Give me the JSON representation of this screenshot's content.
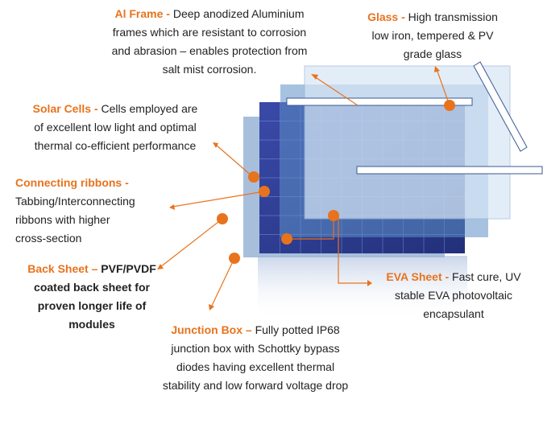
{
  "callouts": {
    "al_frame": {
      "title": "Al Frame -",
      "line1": "Deep anodized Aluminium",
      "line2": "frames which are resistant to corrosion",
      "line3": "and abrasion – enables protection from",
      "line4": "salt mist corrosion."
    },
    "glass": {
      "title": "Glass -",
      "line1": "High transmission",
      "line2": "low iron, tempered & PV",
      "line3": "grade glass"
    },
    "solar_cells": {
      "title": "Solar Cells -",
      "line1": "Cells employed are",
      "line2": "of excellent low light and optimal",
      "line3": "thermal co-efficient performance"
    },
    "connecting_ribbons": {
      "title": "Connecting ribbons -",
      "line1": "Tabbing/Interconnecting",
      "line2": "ribbons with higher",
      "line3": "cross-section"
    },
    "back_sheet": {
      "title": "Back Sheet –",
      "line1": "PVF/PVDF",
      "line2": "coated back sheet for",
      "line3": "proven longer life of",
      "line4": "modules"
    },
    "eva_sheet": {
      "title": "EVA Sheet -",
      "line1": "Fast cure, UV",
      "line2": "stable EVA photovoltaic",
      "line3": "encapsulant"
    },
    "junction_box": {
      "title": "Junction Box –",
      "line1": "Fully potted IP68",
      "line2": "junction box with Schottky bypass",
      "line3": "diodes having excellent thermal",
      "line4": "stability and low forward voltage drop"
    }
  },
  "colors": {
    "accent": "#e8731d",
    "cell_dark": "#2c3c8c",
    "back_sheet": "#9fb8d8",
    "eva": "#5d8fc6",
    "glass": "#d8e6f6"
  }
}
